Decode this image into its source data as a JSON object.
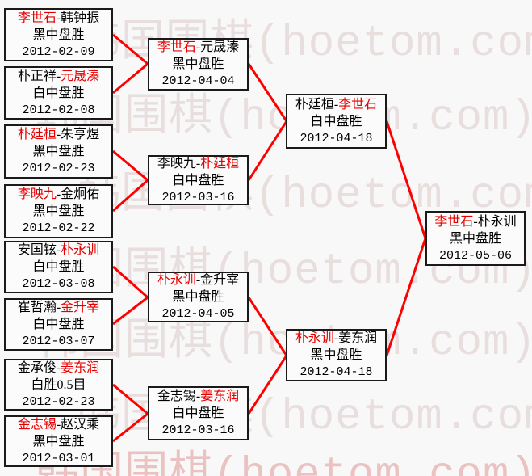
{
  "watermark": {
    "text": "韩国围棋(hoetom.com)",
    "color": "#e9dede"
  },
  "colors": {
    "connector_line": "#ff0000",
    "winner_name": "#e60000",
    "body_text": "#000000",
    "box_border": "#1a1a1a",
    "background": "#f9f8f8"
  },
  "matches": [
    {
      "pre": "",
      "winner": "李世石",
      "post": "-韩钟振",
      "result": "黑中盘胜",
      "date": "2012-02-09"
    },
    {
      "pre": "朴正祥-",
      "winner": "元晟溱",
      "post": "",
      "result": "白中盘胜",
      "date": "2012-02-08"
    },
    {
      "pre": "",
      "winner": "朴廷桓",
      "post": "-朱亨煜",
      "result": "黑中盘胜",
      "date": "2012-02-23"
    },
    {
      "pre": "",
      "winner": "李映九",
      "post": "-金炯佑",
      "result": "黑中盘胜",
      "date": "2012-02-22"
    },
    {
      "pre": "安国铉-",
      "winner": "朴永训",
      "post": "",
      "result": "白中盘胜",
      "date": "2012-03-08"
    },
    {
      "pre": "崔哲瀚-",
      "winner": "金升宰",
      "post": "",
      "result": "白中盘胜",
      "date": "2012-03-07"
    },
    {
      "pre": "金承俊-",
      "winner": "姜东润",
      "post": "",
      "result": "白胜0.5目",
      "date": "2012-02-23"
    },
    {
      "pre": "",
      "winner": "金志锡",
      "post": "-赵汉乘",
      "result": "黑中盘胜",
      "date": "2012-03-01"
    },
    {
      "pre": "",
      "winner": "李世石",
      "post": "-元晟溱",
      "result": "黑中盘胜",
      "date": "2012-04-04"
    },
    {
      "pre": "李映九-",
      "winner": "朴廷桓",
      "post": "",
      "result": "白中盘胜",
      "date": "2012-03-16"
    },
    {
      "pre": "",
      "winner": "朴永训",
      "post": "-金升宰",
      "result": "黑中盘胜",
      "date": "2012-04-05"
    },
    {
      "pre": "金志锡-",
      "winner": "姜东润",
      "post": "",
      "result": "白中盘胜",
      "date": "2012-03-16"
    },
    {
      "pre": "朴廷桓-",
      "winner": "李世石",
      "post": "",
      "result": "白中盘胜",
      "date": "2012-04-18"
    },
    {
      "pre": "",
      "winner": "朴永训",
      "post": "-姜东润",
      "result": "黑中盘胜",
      "date": "2012-04-18"
    },
    {
      "pre": "",
      "winner": "李世石",
      "post": "-朴永训",
      "result": "黑中盘胜",
      "date": "2012-05-06"
    }
  ]
}
